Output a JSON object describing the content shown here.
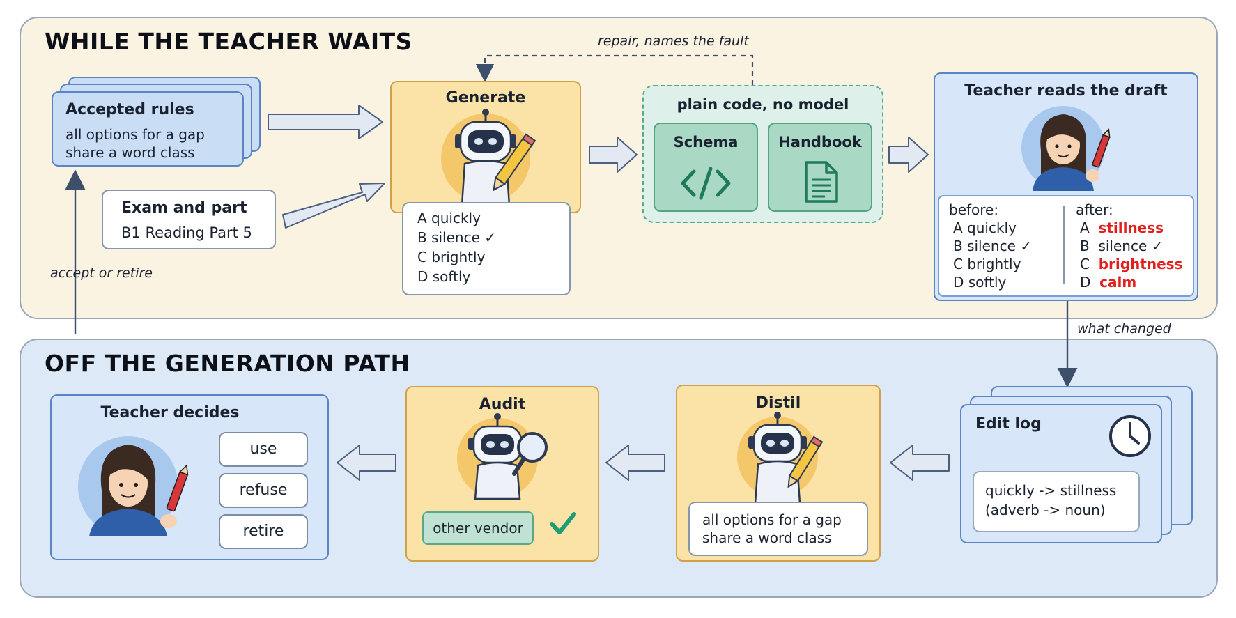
{
  "top_panel": {
    "title": "WHILE THE TEACHER WAITS"
  },
  "bottom_panel": {
    "title": "OFF THE GENERATION PATH"
  },
  "accepted_rules": {
    "title": "Accepted rules",
    "line1": "all options for a gap",
    "line2": "share a word class"
  },
  "exam_part": {
    "title": "Exam and part",
    "value": "B1 Reading Part 5"
  },
  "generate": {
    "title": "Generate",
    "options": [
      "A quickly",
      "B silence ✓",
      "C brightly",
      "D softly"
    ]
  },
  "checks": {
    "title": "plain code, no model",
    "schema": "Schema",
    "handbook": "Handbook"
  },
  "repair_label": "repair, names the fault",
  "accept_label": "accept or retire",
  "teacher_reads": {
    "title": "Teacher reads the draft",
    "before_label": "before:",
    "before": [
      "A quickly",
      "B silence ✓",
      "C brightly",
      "D softly"
    ],
    "after_label": "after:",
    "after": [
      {
        "letter": "A",
        "word": "stillness",
        "changed": true
      },
      {
        "letter": "B",
        "word": "silence ✓",
        "changed": false
      },
      {
        "letter": "C",
        "word": "brightness",
        "changed": true
      },
      {
        "letter": "D",
        "word": "calm",
        "changed": true
      }
    ]
  },
  "what_changed_label": "what changed",
  "edit_log": {
    "title": "Edit log",
    "line1": "quickly -> stillness",
    "line2": "(adverb -> noun)"
  },
  "distil": {
    "title": "Distil",
    "line1": "all options for a gap",
    "line2": "share a word class"
  },
  "audit": {
    "title": "Audit",
    "vendor": "other vendor"
  },
  "teacher_decides": {
    "title": "Teacher decides",
    "options": [
      "use",
      "refuse",
      "retire"
    ]
  },
  "colors": {
    "red": "#e0201e",
    "teal_check": "#1e9c72",
    "arrow_fill": "#e3e9f3",
    "arrow_stroke": "#4c5f7e"
  }
}
